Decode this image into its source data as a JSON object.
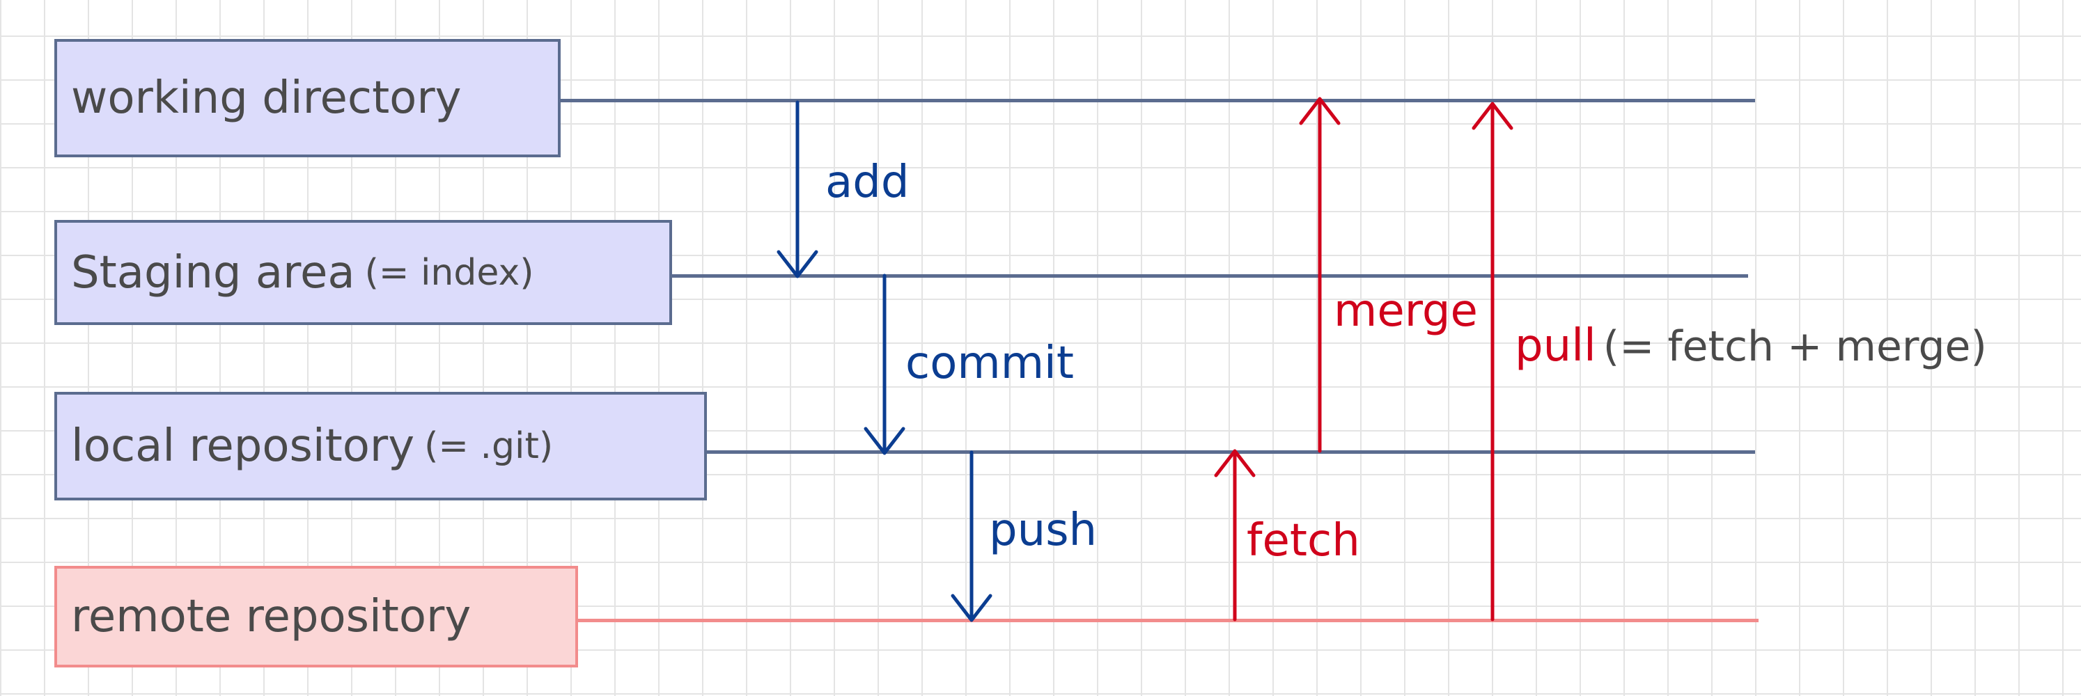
{
  "levels": [
    {
      "id": "working",
      "label": "working directory",
      "note": ""
    },
    {
      "id": "staging",
      "label": "Staging area",
      "note": "(= index)"
    },
    {
      "id": "local",
      "label": "local repository",
      "note": "(= .git)"
    },
    {
      "id": "remote",
      "label": "remote repository",
      "note": ""
    }
  ],
  "operations": [
    {
      "id": "add",
      "label": "add",
      "from": "working",
      "to": "staging",
      "color": "#0b3d91"
    },
    {
      "id": "commit",
      "label": "commit",
      "from": "staging",
      "to": "local",
      "color": "#0b3d91"
    },
    {
      "id": "push",
      "label": "push",
      "from": "local",
      "to": "remote",
      "color": "#0b3d91"
    },
    {
      "id": "fetch",
      "label": "fetch",
      "from": "remote",
      "to": "local",
      "color": "#d0021b"
    },
    {
      "id": "merge",
      "label": "merge",
      "from": "local",
      "to": "working",
      "color": "#d0021b"
    },
    {
      "id": "pull",
      "label": "pull",
      "note": "(= fetch + merge)",
      "from": "remote",
      "to": "working",
      "color": "#d0021b"
    }
  ],
  "colors": {
    "local_box_fill": "#dcdcfb",
    "local_line": "#5b6c8f",
    "remote_box_fill": "#fbd6d6",
    "remote_line": "#f28c8c",
    "blue_arrow": "#0b3d91",
    "red_arrow": "#d0021b",
    "grid": "#e4e4e4"
  }
}
